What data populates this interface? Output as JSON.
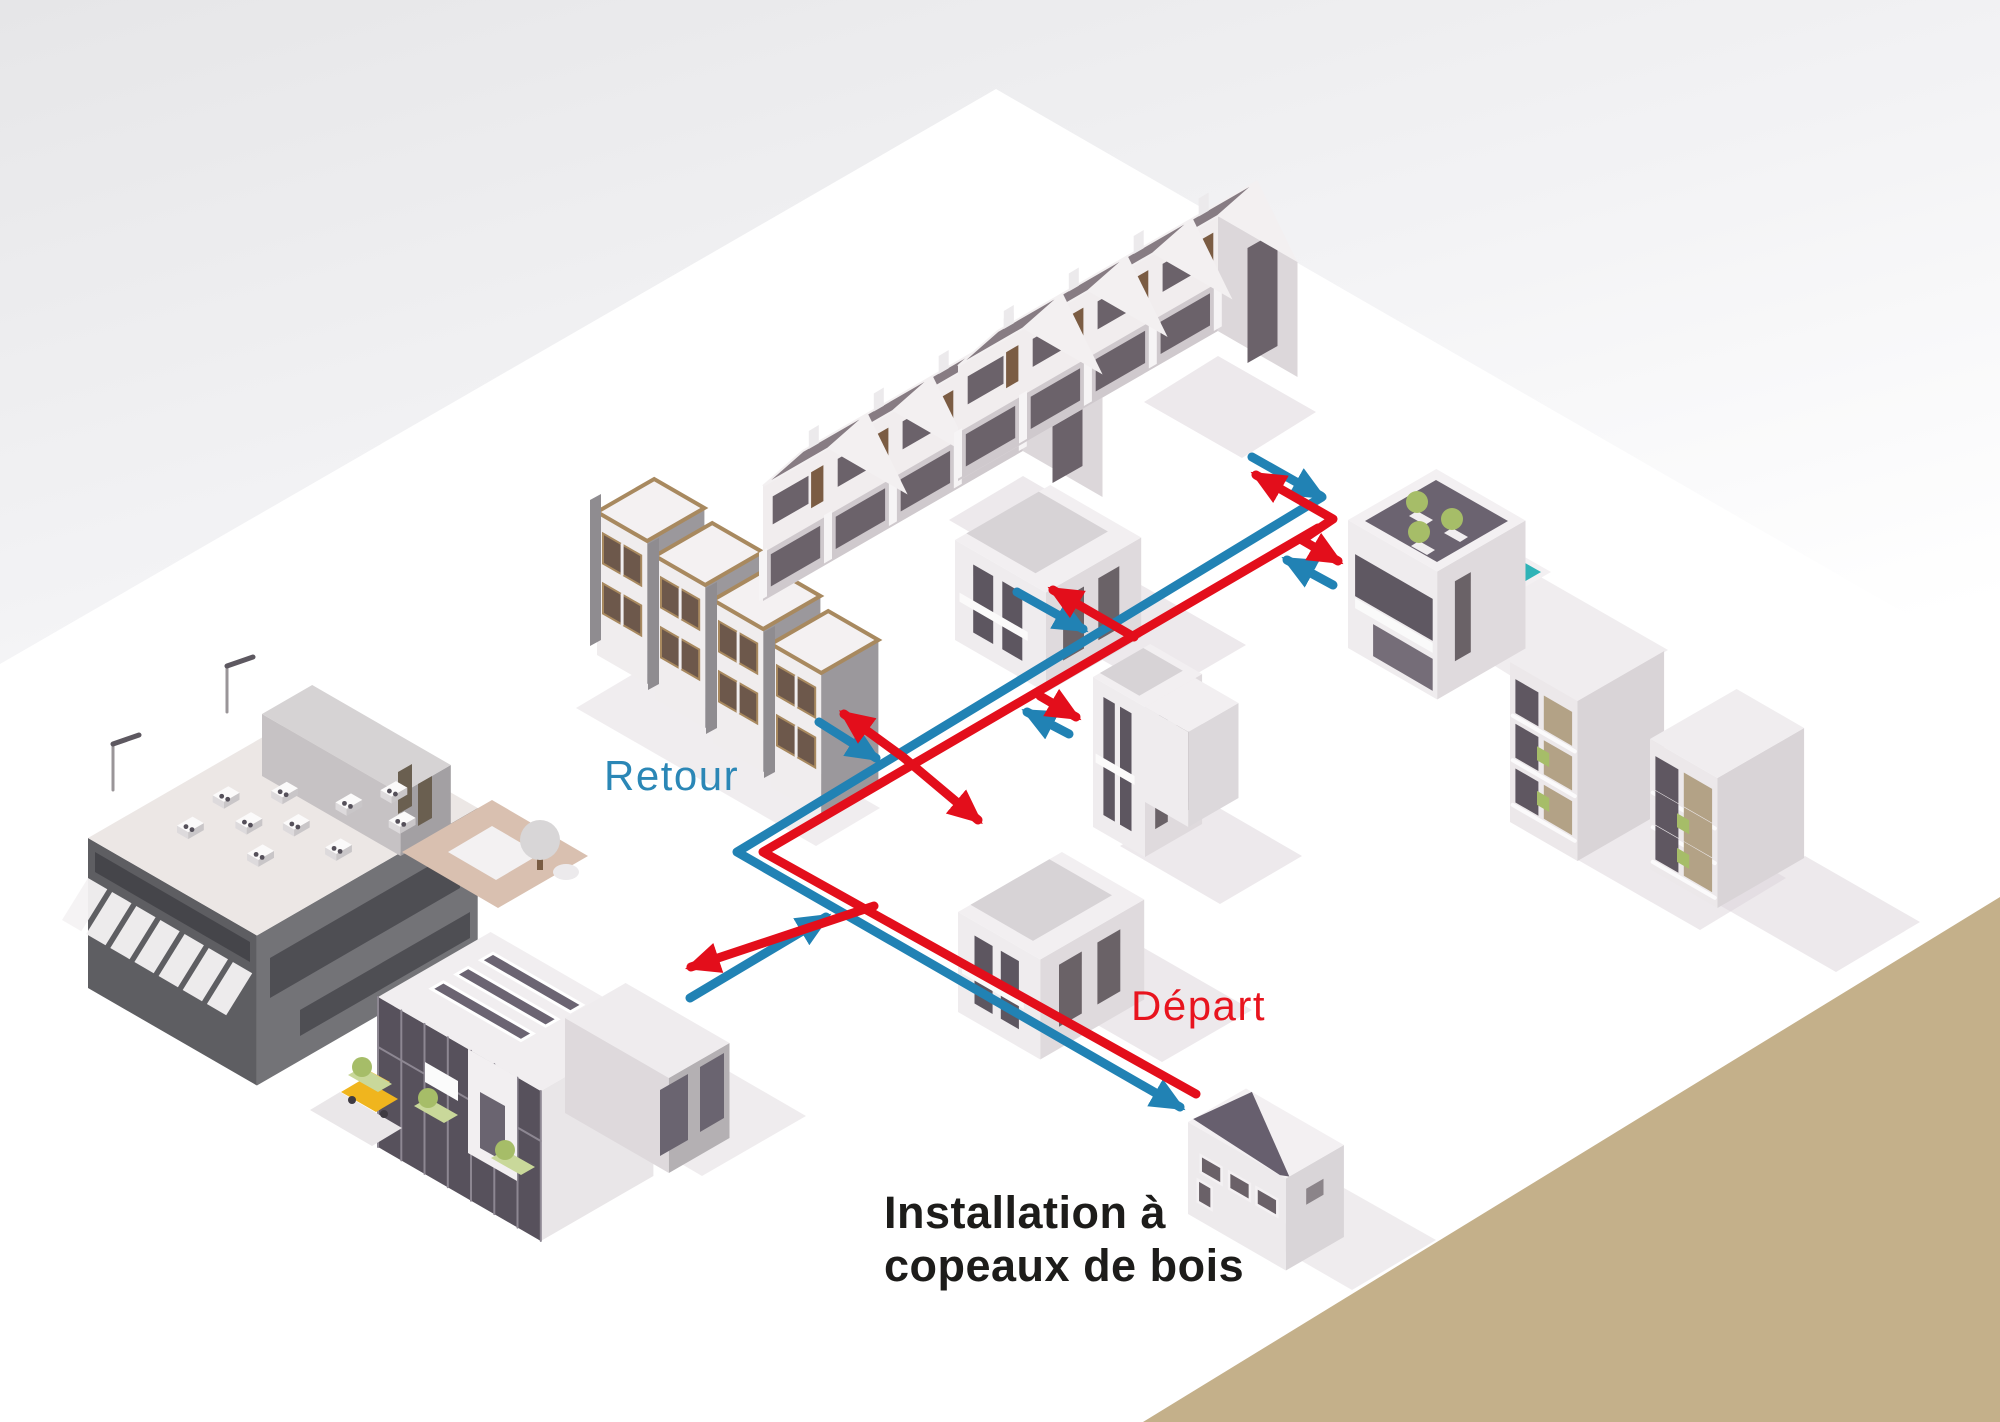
{
  "diagram": {
    "labels": {
      "retour": "Retour",
      "depart": "Départ",
      "installation": "Installation à copeaux de bois"
    },
    "colors": {
      "pipe_return_blue": "#2182b4",
      "pipe_supply_red": "#e30e1b",
      "label_retour": "#2b87b6",
      "label_depart": "#e8141e",
      "label_installation": "#1d1c1a",
      "corner_sand": "#c4b08a",
      "ground_white": "#ffffff",
      "shadow": "#dcd4da",
      "pool_teal": "#2fb3b7",
      "greenery": "#a6bd68",
      "car_yellow": "#f0b51e"
    },
    "buildings": [
      {
        "id": "factory",
        "name": "factory-warehouse"
      },
      {
        "id": "dealership",
        "name": "car-showroom"
      },
      {
        "id": "townhouses-left",
        "name": "modern-townhouses"
      },
      {
        "id": "rowhouses-mid",
        "name": "gabled-row-houses"
      },
      {
        "id": "rowhouses-top",
        "name": "gabled-row-houses"
      },
      {
        "id": "house-a",
        "name": "modern-house"
      },
      {
        "id": "house-b",
        "name": "modern-house"
      },
      {
        "id": "house-center",
        "name": "modern-house"
      },
      {
        "id": "villa",
        "name": "roof-terrace-villa-with-pool"
      },
      {
        "id": "apartment-1",
        "name": "apartment-block"
      },
      {
        "id": "apartment-2",
        "name": "apartment-block"
      },
      {
        "id": "installation",
        "name": "wood-chip-heating-plant"
      }
    ]
  }
}
